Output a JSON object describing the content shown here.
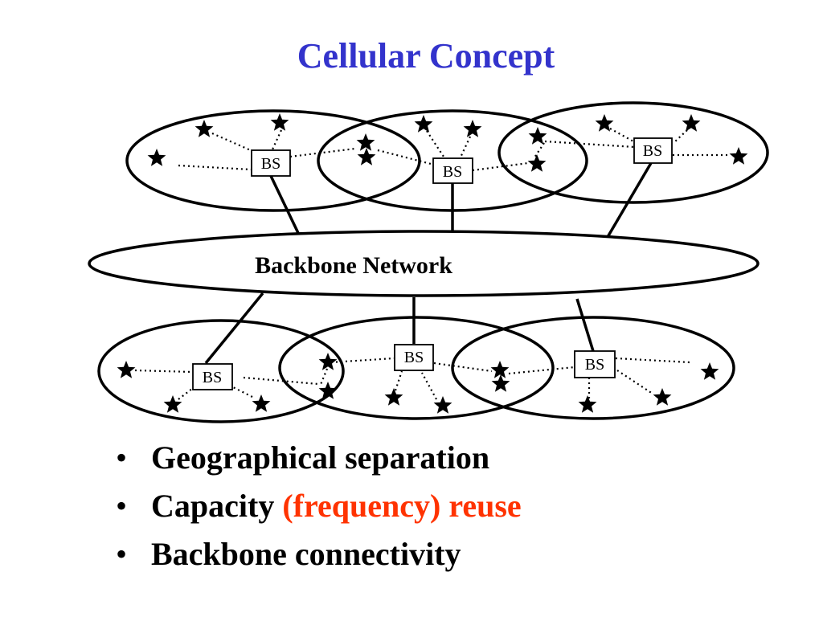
{
  "slide": {
    "title": "Cellular Concept"
  },
  "diagram": {
    "backbone_label": "Backbone Network",
    "base_station_label": "BS",
    "colors": {
      "title": "#3333cc",
      "accent": "#ff3300",
      "ink": "#000000"
    }
  },
  "bullets": [
    {
      "text": "Geographical separation"
    },
    {
      "text": "Capacity ",
      "highlight": "(frequency) reuse"
    },
    {
      "text": "Backbone connectivity"
    }
  ]
}
